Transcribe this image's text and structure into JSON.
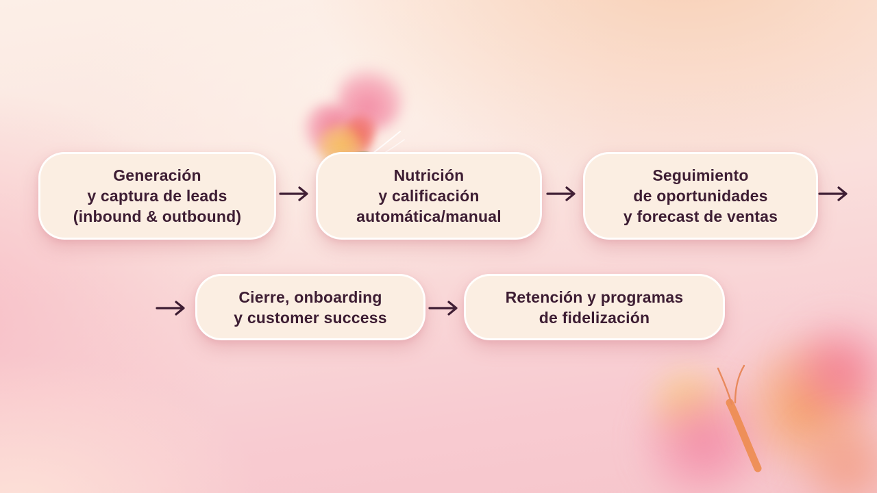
{
  "diagram": {
    "type": "flowchart",
    "language": "es",
    "flow": {
      "steps": [
        {
          "id": "lead-generation",
          "lines": [
            "Generación",
            "y captura de leads",
            "(inbound & outbound)"
          ]
        },
        {
          "id": "nurturing-qualification",
          "lines": [
            "Nutrición",
            "y calificación",
            "automática/manual"
          ]
        },
        {
          "id": "opportunity-tracking",
          "lines": [
            "Seguimiento",
            "de oportunidades",
            "y forecast de ventas"
          ]
        },
        {
          "id": "closing-onboarding",
          "lines": [
            "Cierre, onboarding",
            "y customer success"
          ]
        },
        {
          "id": "retention-loyalty",
          "lines": [
            "Retención y programas",
            "de fidelización"
          ]
        }
      ],
      "connector": "arrow-right"
    },
    "decorations": [
      "butterfly-top",
      "butterfly-bottom-right"
    ],
    "colors": {
      "text": "#3D1D33",
      "arrow": "#3D1D33",
      "box_fill": "#FBEEE2",
      "box_border": "#FFFFFF",
      "background_cream": "#FCEFE7",
      "background_pink": "#F6C5CB",
      "background_peach": "#F8CEB2",
      "butterfly_pink": "#F386A2",
      "butterfly_orange": "#F5A05F",
      "butterfly_yellow": "#F8D37E",
      "butterfly_green_body": "#2E7F45"
    }
  }
}
